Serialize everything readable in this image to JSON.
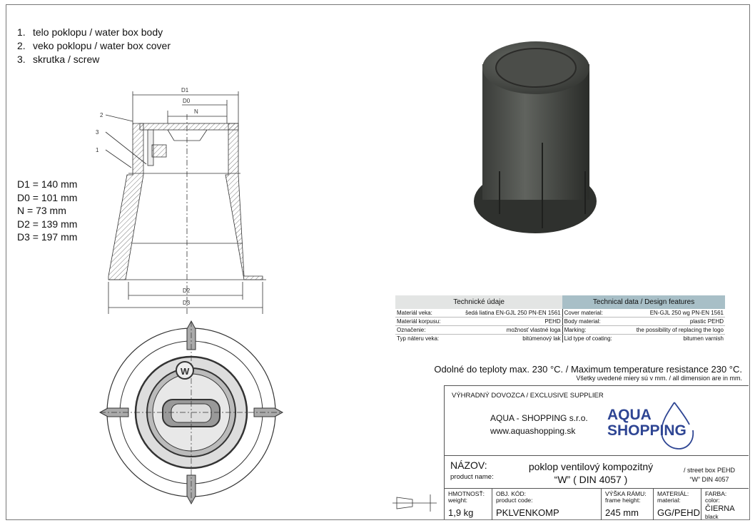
{
  "parts_legend": [
    {
      "num": "1.",
      "label": "telo poklopu  / water box body"
    },
    {
      "num": "2.",
      "label": "veko poklopu / water box cover"
    },
    {
      "num": "3.",
      "label": "skrutka / screw"
    }
  ],
  "dimensions": [
    "D1 = 140 mm",
    "D0 = 101 mm",
    "N = 73 mm",
    "D2 = 139 mm",
    "D3 = 197 mm"
  ],
  "drawing_labels": {
    "d1": "D1",
    "d0": "D0",
    "n": "N",
    "d2": "D2",
    "d3": "D3",
    "p1": "1",
    "p2": "2",
    "p3": "3",
    "logo_w": "W"
  },
  "tech_table": {
    "header_sk": "Technické údaje",
    "header_en": "Technical data / Design features",
    "rows": [
      {
        "sk_label": "Materiál veka:",
        "sk_value": "šedá liatina EN-GJL 250 PN-EN 1561",
        "en_label": "Cover material:",
        "en_value": "EN-GJL 250 wg PN-EN 1561"
      },
      {
        "sk_label": "Materiál korpusu:",
        "sk_value": "PEHD",
        "en_label": "Body material:",
        "en_value": "plastic PEHD"
      },
      {
        "sk_label": "Označenie:",
        "sk_value": "možnosť vlastné loga",
        "en_label": "Marking:",
        "en_value": "the possibility of replacing the logo"
      },
      {
        "sk_label": "Typ náteru veka:",
        "sk_value": "bitúmenový lak",
        "en_label": "Lid type of coating:",
        "en_value": "bitumen varnish"
      }
    ]
  },
  "temperature_note": "Odolné do teploty max. 230 °C. / Maximum temperature resistance 230 °C.",
  "units_note": "Všetky uvedené miery sú v mm. / all dimension are in mm.",
  "title_block": {
    "supplier_label": "VÝHRADNÝ DOVOZCA / EXCLUSIVE SUPPLIER",
    "company": "AQUA - SHOPPING s.r.o.",
    "website": "www.aquashopping.sk",
    "logo_line1": "AQUA",
    "logo_line2": "SHOPPING",
    "name_label": "NÁZOV:",
    "name_label_en": "product name:",
    "product_name_1": "poklop ventilový kompozitný",
    "product_name_2": "“W” ( DIN 4057 )",
    "product_name_en_1": "/ street box PEHD",
    "product_name_en_2": "“W” DIN 4057",
    "fields": [
      {
        "label": "HMOTNOSŤ:",
        "label_en": "weight:",
        "value": "1,9 kg"
      },
      {
        "label": "OBJ. KÓD:",
        "label_en": "product code:",
        "value": "PKLVENKOMP"
      },
      {
        "label": "VÝŠKA RÁMU:",
        "label_en": "frame height:",
        "value": "245 mm"
      },
      {
        "label": "MATERIÁL:",
        "label_en": "material:",
        "value": "GG/PEHD"
      },
      {
        "label": "FARBA:",
        "label_en": "color:",
        "value": "ČIERNA",
        "value_en": "black"
      }
    ]
  },
  "colors": {
    "logo": "#2e4593",
    "table_header_en": "#a8bfc7",
    "table_header_sk": "#e3e5e4"
  }
}
